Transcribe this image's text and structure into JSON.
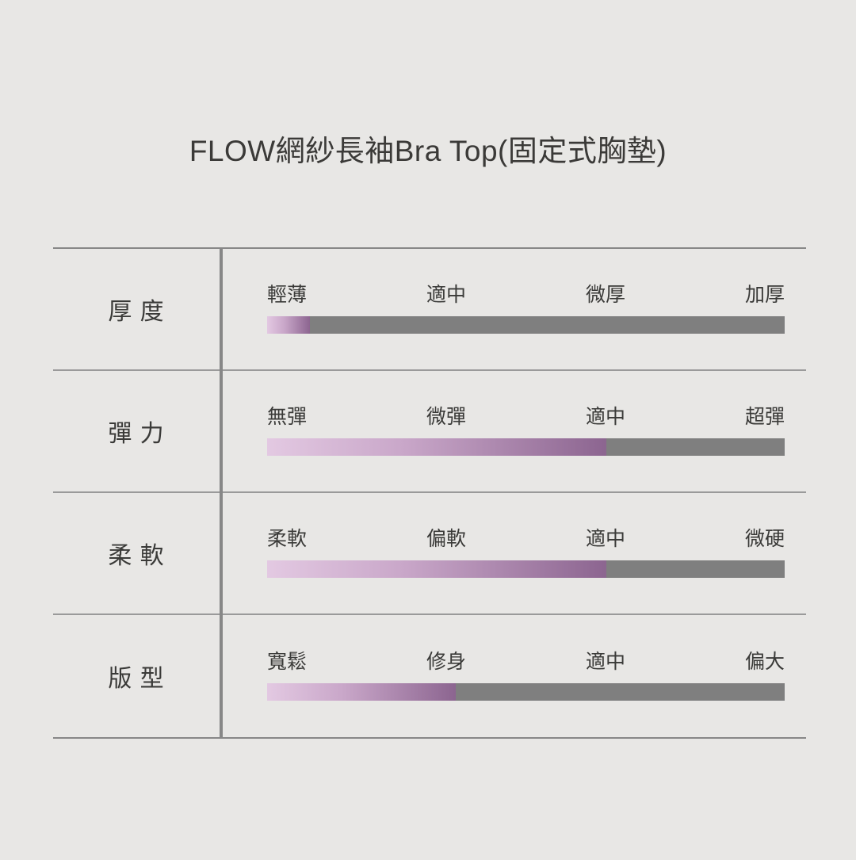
{
  "product": {
    "title": "FLOW網紗長袖Bra Top(固定式胸墊)"
  },
  "theme": {
    "background": "#e8e7e5",
    "text": "#3a3a38",
    "track": "#7f7f7f",
    "fill_start": "#e3c9e2",
    "fill_end": "#8c6590",
    "rule": "#878787"
  },
  "chart_data": {
    "type": "bar",
    "title": "FLOW網紗長袖Bra Top(固定式胸墊)",
    "xlabel": "",
    "ylabel": "",
    "orientation": "horizontal",
    "scale_points": 4,
    "categories": [
      "厚 度",
      "彈 力",
      "柔 軟",
      "版 型"
    ],
    "values": [
      8,
      65,
      65,
      36
    ],
    "unit": "percent",
    "series": [
      {
        "name": "厚 度",
        "value": 8,
        "ticks": [
          "輕薄",
          "適中",
          "微厚",
          "加厚"
        ]
      },
      {
        "name": "彈 力",
        "value": 65,
        "ticks": [
          "無彈",
          "微彈",
          "適中",
          "超彈"
        ]
      },
      {
        "name": "柔 軟",
        "value": 65,
        "ticks": [
          "柔軟",
          "偏軟",
          "適中",
          "微硬"
        ]
      },
      {
        "name": "版 型",
        "value": 36,
        "ticks": [
          "寬鬆",
          "修身",
          "適中",
          "偏大"
        ]
      }
    ]
  },
  "rows": [
    {
      "label": "厚 度",
      "fill_percent": 8,
      "fill_css": "8.3%",
      "ticks": [
        "輕薄",
        "適中",
        "微厚",
        "加厚"
      ]
    },
    {
      "label": "彈 力",
      "fill_percent": 65,
      "fill_css": "65.5%",
      "ticks": [
        "無彈",
        "微彈",
        "適中",
        "超彈"
      ]
    },
    {
      "label": "柔 軟",
      "fill_percent": 65,
      "fill_css": "65.5%",
      "ticks": [
        "柔軟",
        "偏軟",
        "適中",
        "微硬"
      ]
    },
    {
      "label": "版 型",
      "fill_percent": 36,
      "fill_css": "36.4%",
      "ticks": [
        "寬鬆",
        "修身",
        "適中",
        "偏大"
      ]
    }
  ]
}
